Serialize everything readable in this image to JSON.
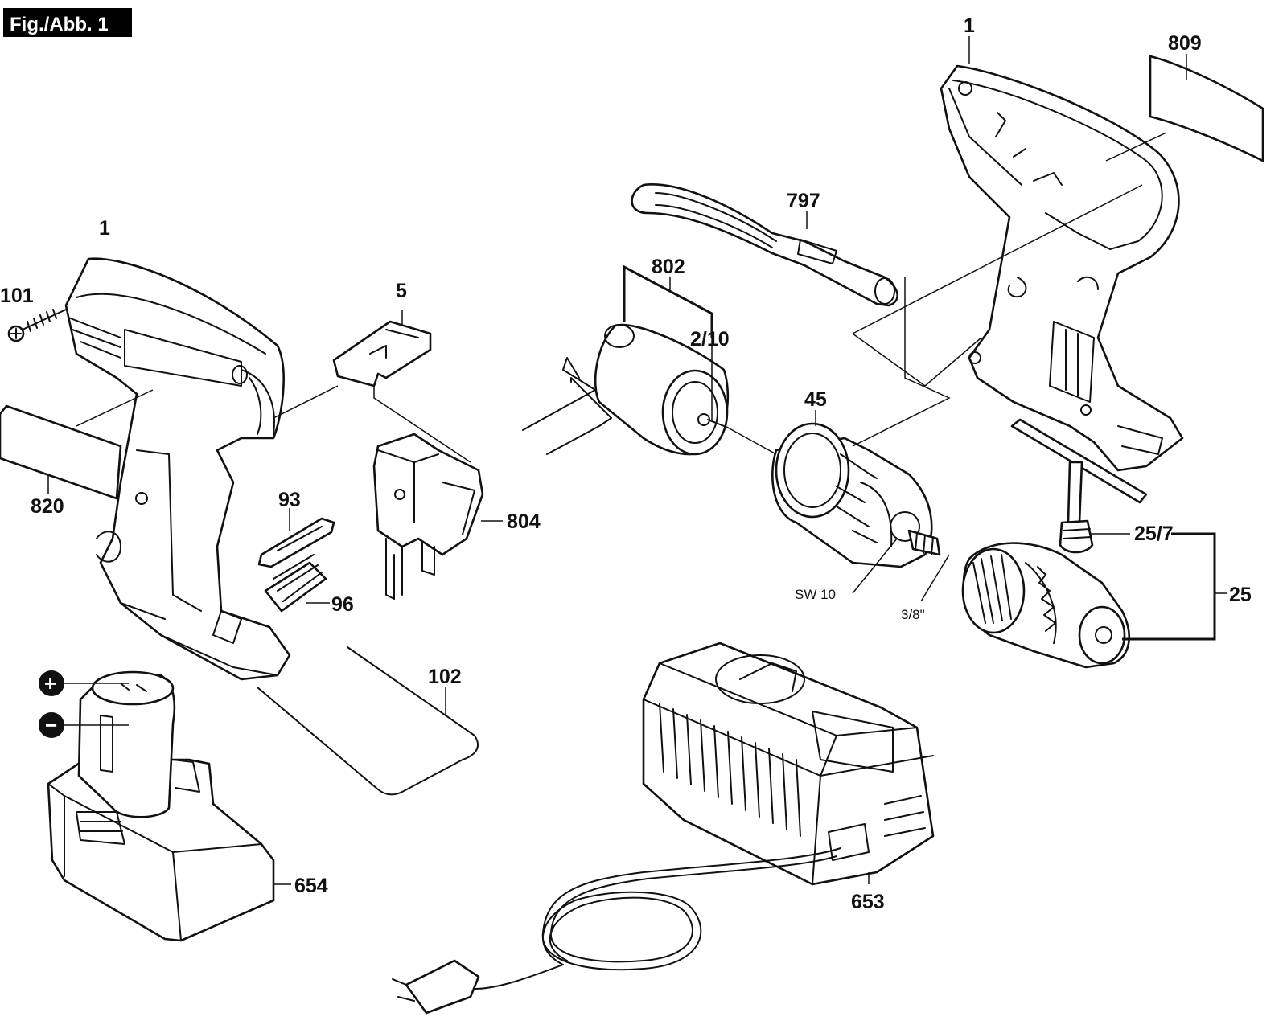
{
  "figure": {
    "title": "Fig./Abb. 1"
  },
  "polarity": {
    "plus": "+",
    "minus": "−"
  },
  "labels": {
    "housing_left": "1",
    "housing_right": "1",
    "screw": "101",
    "switch_slider": "5",
    "nameplate_left": "820",
    "bit": "93",
    "bit_holder": "96",
    "switch": "804",
    "motor_assembly": "802",
    "motor_pinion": "2/10",
    "wrist_strap": "797",
    "gearbox": "45",
    "wrench_size": "SW 10",
    "spindle_thread": "3/8\"",
    "chuck_key": "25/7",
    "chuck_assembly": "25",
    "nameplate_right": "809",
    "wire_clip": "102",
    "battery_pack": "654",
    "charger": "653"
  }
}
